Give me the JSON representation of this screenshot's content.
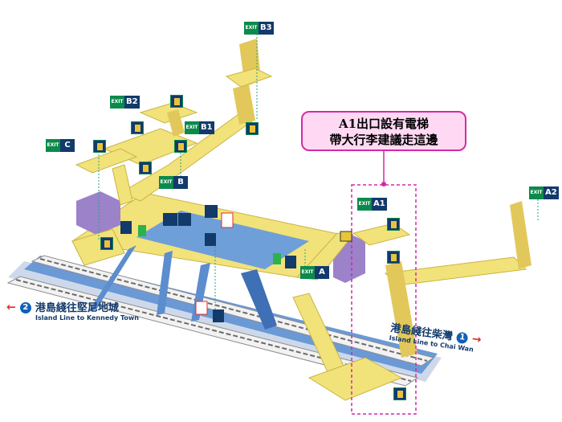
{
  "callout": {
    "line1": "A1出口設有電梯",
    "line2": "帶大行李建議走這邊"
  },
  "exits": [
    {
      "code": "B3",
      "icon": "exit-icon"
    },
    {
      "code": "B2",
      "icon": "exit-icon"
    },
    {
      "code": "B1",
      "icon": "exit-icon"
    },
    {
      "code": "C",
      "icon": "exit-icon"
    },
    {
      "code": "B",
      "icon": "exit-icon"
    },
    {
      "code": "A",
      "icon": "exit-icon"
    },
    {
      "code": "A1",
      "icon": "exit-icon"
    },
    {
      "code": "A2",
      "icon": "exit-icon"
    }
  ],
  "exit_label": "EXIT",
  "platform_left": {
    "number": "2",
    "zh": "港島綫往堅尼地城",
    "en": "Island Line to Kennedy Town"
  },
  "platform_right": {
    "number": "1",
    "zh": "港島綫往柴灣",
    "en": "Island Line to Chai Wan"
  },
  "colors": {
    "concourse": "#f2e27a",
    "concourse_edge": "#c9b444",
    "platform": "#5d8fd0",
    "platform_dark": "#2f5fa5",
    "track": "#c7d4e6",
    "exit_green": "#0b8a4c",
    "exit_navy": "#123a6b",
    "callout_fill": "#ffd9f3",
    "callout_border": "#d22aa8",
    "highlight_dash": "#d22aa8",
    "arrow_red": "#e42b2b",
    "service_purple": "#9b82c9"
  }
}
